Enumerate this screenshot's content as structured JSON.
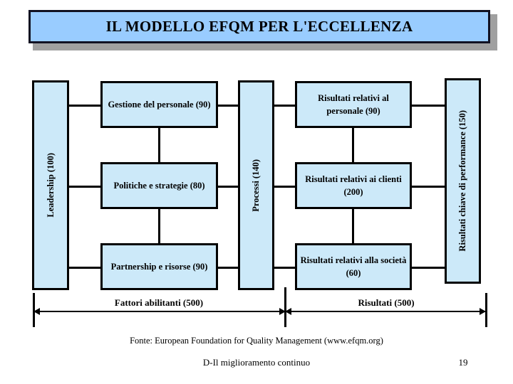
{
  "slide": {
    "title": "IL MODELLO EFQM PER L'ECCELLENZA",
    "colors": {
      "title_fill": "#99ccff",
      "title_border": "#111122",
      "title_shadow": "#a0a0a0",
      "node_fill": "#cce9f9",
      "node_border": "#000000"
    }
  },
  "diagram": {
    "enablers_column": {
      "leadership": "Leadership (100)",
      "people": "Gestione del personale (90)",
      "policy": "Politiche e strategie (80)",
      "partnership": "Partnership e risorse (90)",
      "processes": "Processi (140)"
    },
    "results_column": {
      "people_results": "Risultati relativi al personale (90)",
      "customer_results": "Risultati relativi ai clienti (200)",
      "society_results": "Risultati relativi alla società (60)",
      "key_performance": "Risultati chiave di performance (150)"
    },
    "spans": {
      "enablers": "Fattori abilitanti (500)",
      "results": "Risultati (500)"
    }
  },
  "footer": {
    "source": "Fonte: European Foundation for Quality Management (www.efqm.org)",
    "deck_title": "D-Il miglioramento continuo",
    "page_number": "19"
  }
}
